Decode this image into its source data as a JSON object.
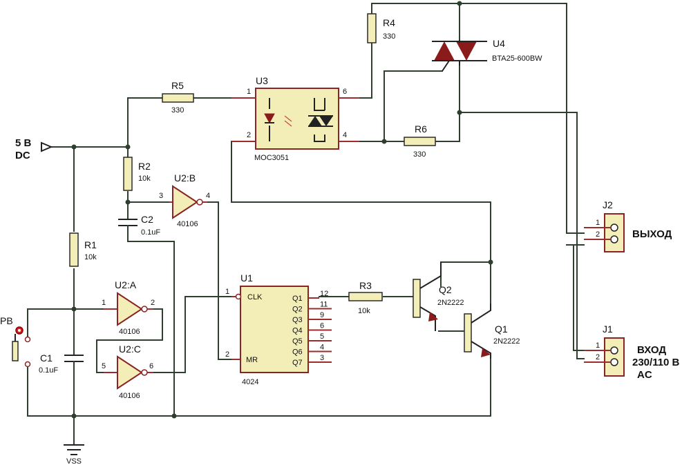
{
  "supply": {
    "line1": "5 В",
    "line2": "DC",
    "ground": "VSS"
  },
  "components": {
    "R5": {
      "ref": "R5",
      "value": "330"
    },
    "R4": {
      "ref": "R4",
      "value": "330"
    },
    "R6": {
      "ref": "R6",
      "value": "330"
    },
    "R2": {
      "ref": "R2",
      "value": "10k"
    },
    "R1": {
      "ref": "R1",
      "value": "10k"
    },
    "R3": {
      "ref": "R3",
      "value": "10k"
    },
    "C1": {
      "ref": "C1",
      "value": "0.1uF"
    },
    "C2": {
      "ref": "C2",
      "value": "0.1uF"
    },
    "U1": {
      "ref": "U1",
      "part": "4024",
      "clk": "CLK",
      "mr": "MR",
      "outputs": [
        "Q1",
        "Q2",
        "Q3",
        "Q4",
        "Q5",
        "Q6",
        "Q7"
      ],
      "out_pins": [
        "12",
        "11",
        "9",
        "6",
        "5",
        "4",
        "3"
      ],
      "pin_clk": "1",
      "pin_mr": "2"
    },
    "U2A": {
      "ref": "U2:A",
      "part": "40106",
      "pin_in": "1",
      "pin_out": "2"
    },
    "U2B": {
      "ref": "U2:B",
      "part": "40106",
      "pin_in": "3",
      "pin_out": "4"
    },
    "U2C": {
      "ref": "U2:C",
      "part": "40106",
      "pin_in": "5",
      "pin_out": "6"
    },
    "U3": {
      "ref": "U3",
      "part": "MOC3051",
      "p1": "1",
      "p2": "2",
      "p6": "6",
      "p4": "4"
    },
    "U4": {
      "ref": "U4",
      "part": "BTA25-600BW"
    },
    "Q1": {
      "ref": "Q1",
      "part": "2N2222"
    },
    "Q2": {
      "ref": "Q2",
      "part": "2N2222"
    },
    "PB": {
      "ref": "PB"
    },
    "J2": {
      "ref": "J2",
      "label": "ВЫХОД",
      "pin1": "1",
      "pin2": "2"
    },
    "J1": {
      "ref": "J1",
      "line1": "ВХОД",
      "line2": "230/110 В",
      "line3": "AC",
      "pin1": "1",
      "pin2": "2"
    }
  }
}
